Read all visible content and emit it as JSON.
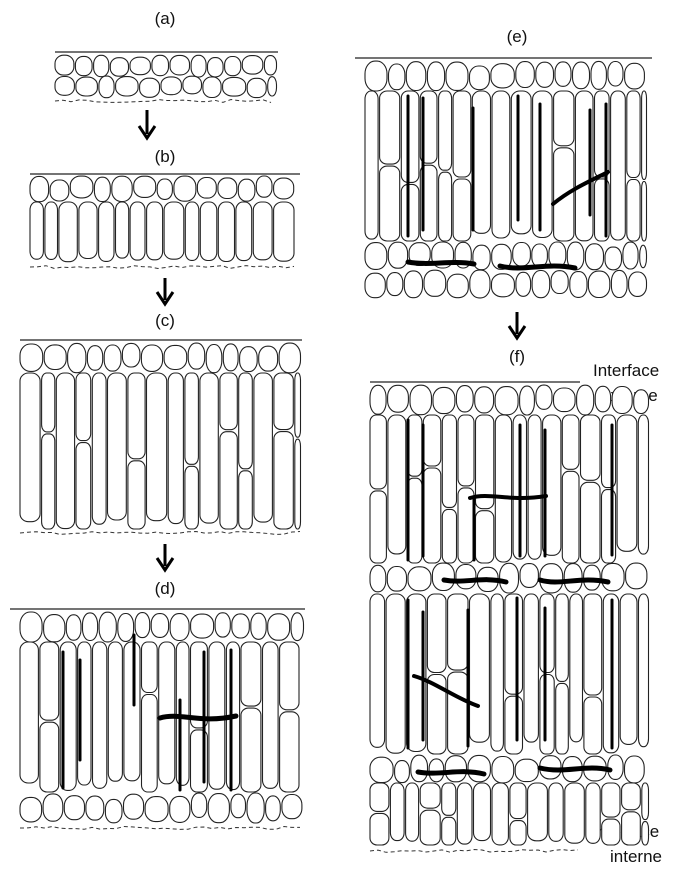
{
  "panels": [
    {
      "id": "a",
      "label": "(a)"
    },
    {
      "id": "b",
      "label": "(b)"
    },
    {
      "id": "c",
      "label": "(c)"
    },
    {
      "id": "d",
      "label": "(d)"
    },
    {
      "id": "e",
      "label": "(e)"
    },
    {
      "id": "f",
      "label": "(f)"
    }
  ],
  "annotations": {
    "outer_interface": [
      "Interface",
      "externe"
    ],
    "inner_interface": [
      "Interface",
      "interne"
    ]
  }
}
